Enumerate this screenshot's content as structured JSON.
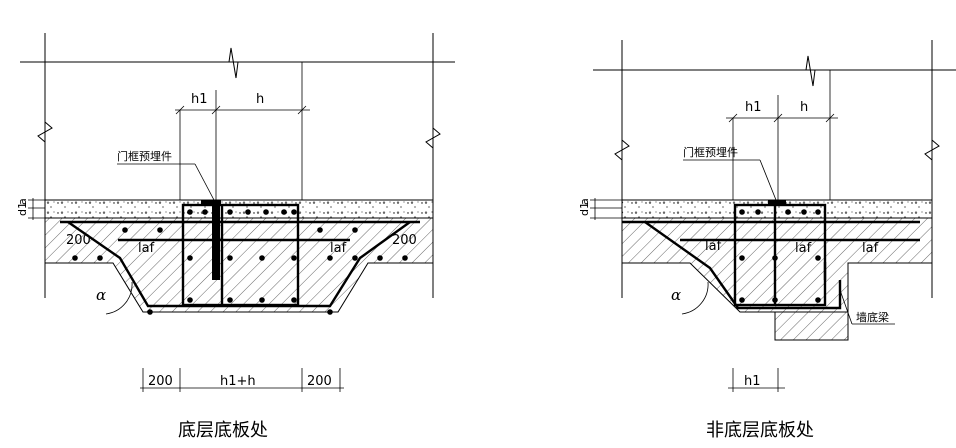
{
  "left": {
    "dim_h1": "h1",
    "dim_h": "h",
    "embed_label": "门框预埋件",
    "d1": "d1",
    "a": "a",
    "lap_200_left": "200",
    "laf_left": "laf",
    "laf_right": "laf",
    "lap_200_right": "200",
    "alpha": "α",
    "bottom_200_left": "200",
    "bottom_h1h": "h1+h",
    "bottom_200_right": "200",
    "title": "底层底板处"
  },
  "right": {
    "dim_h1": "h1",
    "dim_h": "h",
    "embed_label": "门框预埋件",
    "d1": "d1",
    "a": "a",
    "laf_1": "laf",
    "laf_2": "laf",
    "laf_3": "laf",
    "alpha": "α",
    "beam_label": "墙底梁",
    "bottom_h1": "h1",
    "title": "非底层底板处"
  },
  "colors": {
    "line": "#000000",
    "background": "#ffffff"
  }
}
